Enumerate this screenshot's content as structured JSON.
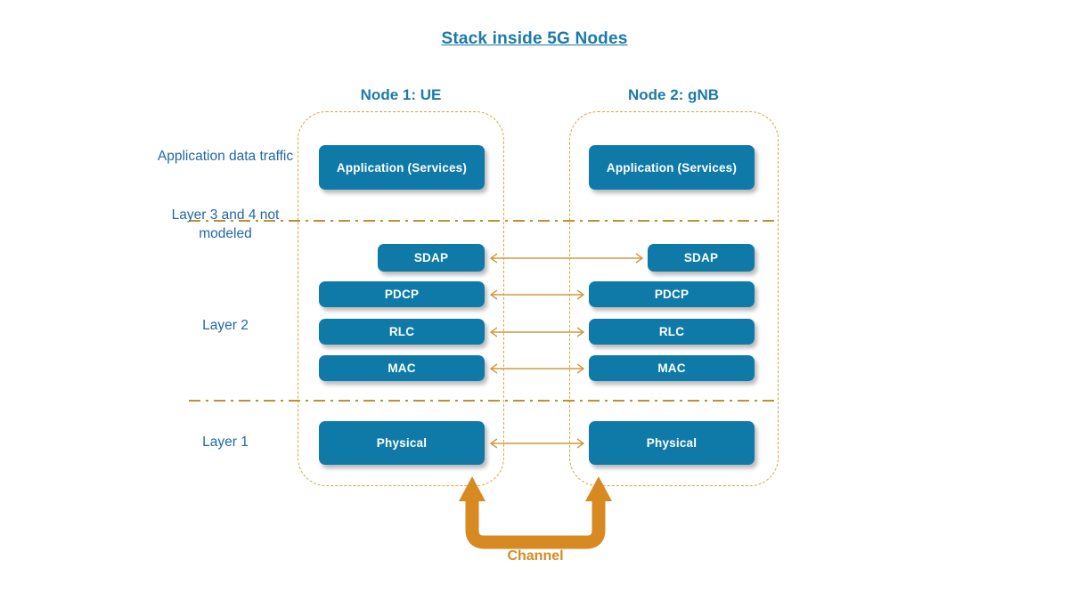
{
  "title": "Stack inside 5G Nodes",
  "nodes": {
    "left": {
      "header": "Node 1: UE"
    },
    "right": {
      "header": "Node 2: gNB"
    }
  },
  "side_labels": {
    "application": "Application data traffic",
    "layer34": "Layer 3 and 4 not modeled",
    "layer2": "Layer 2",
    "layer1": "Layer 1"
  },
  "stack": {
    "left": {
      "application": "Application (Services)",
      "sdap": "SDAP",
      "pdcp": "PDCP",
      "rlc": "RLC",
      "mac": "MAC",
      "physical": "Physical"
    },
    "right": {
      "application": "Application (Services)",
      "sdap": "SDAP",
      "pdcp": "PDCP",
      "rlc": "RLC",
      "mac": "MAC",
      "physical": "Physical"
    }
  },
  "channel": {
    "label": "Channel"
  },
  "colors": {
    "box_fill": "#0f7aa8",
    "box_text": "#ffffff",
    "title_text": "#1b7aa8",
    "label_text": "#2068a8",
    "accent_orange": "#d9a441",
    "channel_orange": "#d68a21",
    "separator": "#c1902f",
    "background": "#ffffff"
  }
}
